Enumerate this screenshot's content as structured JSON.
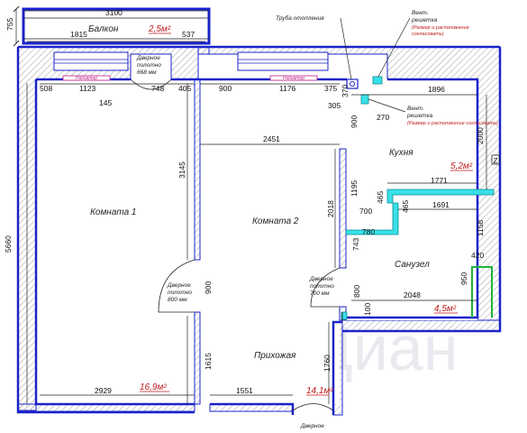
{
  "rooms": {
    "balcony": {
      "label": "Балкон",
      "area": "2,5м²"
    },
    "room1": {
      "label": "Комната  1",
      "area": "16,9м²"
    },
    "room2": {
      "label": "Комната  2"
    },
    "kitchen": {
      "label": "Кухня",
      "area": "5,2м²"
    },
    "bathroom": {
      "label": "Санузел",
      "area": "4,5м²"
    },
    "hallway": {
      "label": "Прихожая",
      "area": "14,1м²"
    }
  },
  "annotations": {
    "heating_pipe": "Труба отопления",
    "vent_grille_top": [
      "Вент.",
      "решетка"
    ],
    "vent_grille_top_note": [
      "(Размер и расположение",
      "согласовать)"
    ],
    "vent_grille_mid": [
      "Вент.",
      "решетка"
    ],
    "vent_grille_mid_note": "(Размер и расположение согласовать)",
    "radiator_1": "Радиатор",
    "radiator_2": "Радиатор",
    "door_balcony": [
      "Дверное",
      "полотно",
      "668 мм"
    ],
    "door_room1": [
      "Дверное",
      "полотно",
      "800 мм"
    ],
    "door_room2": [
      "Дверное",
      "полотно",
      "700 мм"
    ],
    "door_entry": "Дверное"
  },
  "dimensions": {
    "balcony_width": "3100",
    "balcony_depth": "755",
    "balcony_left": "1815",
    "balcony_right": "537",
    "room1_window_left": "508",
    "room1_window": "1123",
    "room1_window_right": "748",
    "room1_pier": "145",
    "room_wall_gap": "405",
    "room2_window_left": "900",
    "room2_window": "1176",
    "room2_window_right": "375",
    "pipe_h": "370",
    "kitchen_width": "1896",
    "kitchen_niche": "305",
    "kitchen_niche_w": "270",
    "kitchen_door_side": "900",
    "kitchen_depth": "2000",
    "room2_width": "2451",
    "room1_partition": "3145",
    "room1_height": "5660",
    "room2_partition": "2018",
    "kitchen_partition": "1195",
    "kitchen_bottom": "1771",
    "kitchen_step": "465",
    "kitchen_step_w": "1691",
    "bath_stub_w": "700",
    "bath_stub_h": "465",
    "bath_stub_bottom": "780",
    "bath_left": "743",
    "bath_right_upper": "1158",
    "bath_niche": "420",
    "bath_niche_h": "950",
    "room1_door_side": "900",
    "room2_door_side": "800",
    "bath_door": "100",
    "bath_width": "2048",
    "room1_lower": "1615",
    "hall_left": "1760",
    "room1_width": "2929",
    "hall_width": "1551"
  },
  "watermark": "Циан"
}
